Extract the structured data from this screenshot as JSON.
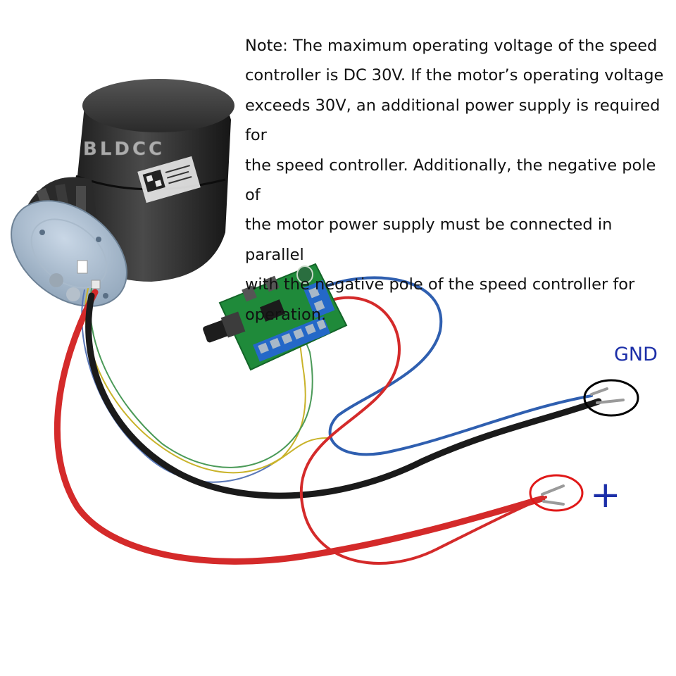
{
  "note": {
    "lines": [
      "Note: The maximum operating voltage of the speed",
      "controller is DC 30V. If the motor’s operating voltage",
      "exceeds 30V, an additional power supply is required for",
      "the speed controller. Additionally, the negative pole of",
      "the motor power supply must be connected in parallel",
      "with the negative pole of the speed controller for",
      "operation."
    ]
  },
  "labels": {
    "gnd": "GND",
    "plus": "+"
  },
  "motor": {
    "watermark": "BLDCC"
  },
  "colors": {
    "red_wire": "#d42a2a",
    "black_wire": "#1a1a1a",
    "blue_wire": "#2f5fb0",
    "pcb": "#1f8a3a",
    "terminal": "#2468c8",
    "gnd_label": "#1c2fa8",
    "gnd_marker": "#000000",
    "plus_marker": "#e01818",
    "plus_label": "#1c2fa8"
  }
}
